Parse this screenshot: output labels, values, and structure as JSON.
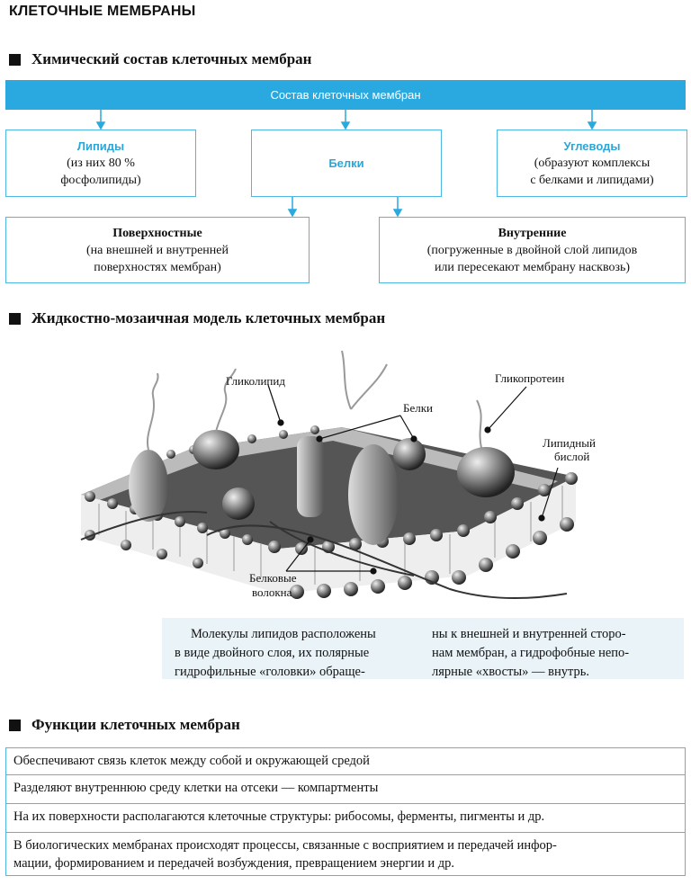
{
  "page_title": "КЛЕТОЧНЫЕ МЕМБРАНЫ",
  "section1": {
    "heading": "Химический состав клеточных мембран"
  },
  "banner": {
    "text": "Состав клеточных мембран"
  },
  "boxes": {
    "lipids": {
      "title": "Липиды",
      "line1": "(из них 80 %",
      "line2": "фосфолипиды)"
    },
    "proteins": {
      "title": "Белки"
    },
    "carbs": {
      "title": "Углеводы",
      "line1": "(образуют комплексы",
      "line2": "с белками и липидами)"
    },
    "surface": {
      "title": "Поверхностные",
      "line1": "(на внешней и внутренней",
      "line2": "поверхностях мембран)"
    },
    "internal": {
      "title": "Внутренние",
      "line1": "(погруженные в двойной слой липидов",
      "line2": "или пересекают мембрану насквозь)"
    }
  },
  "section2": {
    "heading": "Жидкостно-мозаичная модель клеточных мембран"
  },
  "diagram_labels": {
    "glycolipid": "Гликолипид",
    "glycoprotein": "Гликопротеин",
    "proteins": "Белки",
    "lipid_bilayer_1": "Липидный",
    "lipid_bilayer_2": "бислой",
    "fibers_1": "Белковые",
    "fibers_2": "волокна"
  },
  "note": {
    "col1_l1": "Молекулы липидов расположены",
    "col1_l2": "в виде двойного слоя, их полярные",
    "col1_l3": "гидрофильные «головки» обраще-",
    "col2_l1": "ны к внешней и внутренней сторо-",
    "col2_l2": "нам мембран, а гидрофобные непо-",
    "col2_l3": "лярные «хвосты» — внутрь."
  },
  "section3": {
    "heading": "Функции клеточных мембран"
  },
  "functions": [
    "Обеспечивают связь клеток между собой и окружающей средой",
    "Разделяют внутреннюю среду клетки на отсеки — компартменты",
    "На их поверхности располагаются клеточные структуры: рибосомы, ферменты, пигменты и др.",
    "В биологических мембранах происходят процессы, связанные с восприятием и передачей инфор-",
    "мации, формированием и передачей возбуждения, превращением энергии и др."
  ],
  "colors": {
    "accent": "#29a9df",
    "box_border": "#4db8e4",
    "note_bg": "#e9f3f8"
  },
  "icons": [
    "section-bullet-square",
    "down-arrow"
  ]
}
